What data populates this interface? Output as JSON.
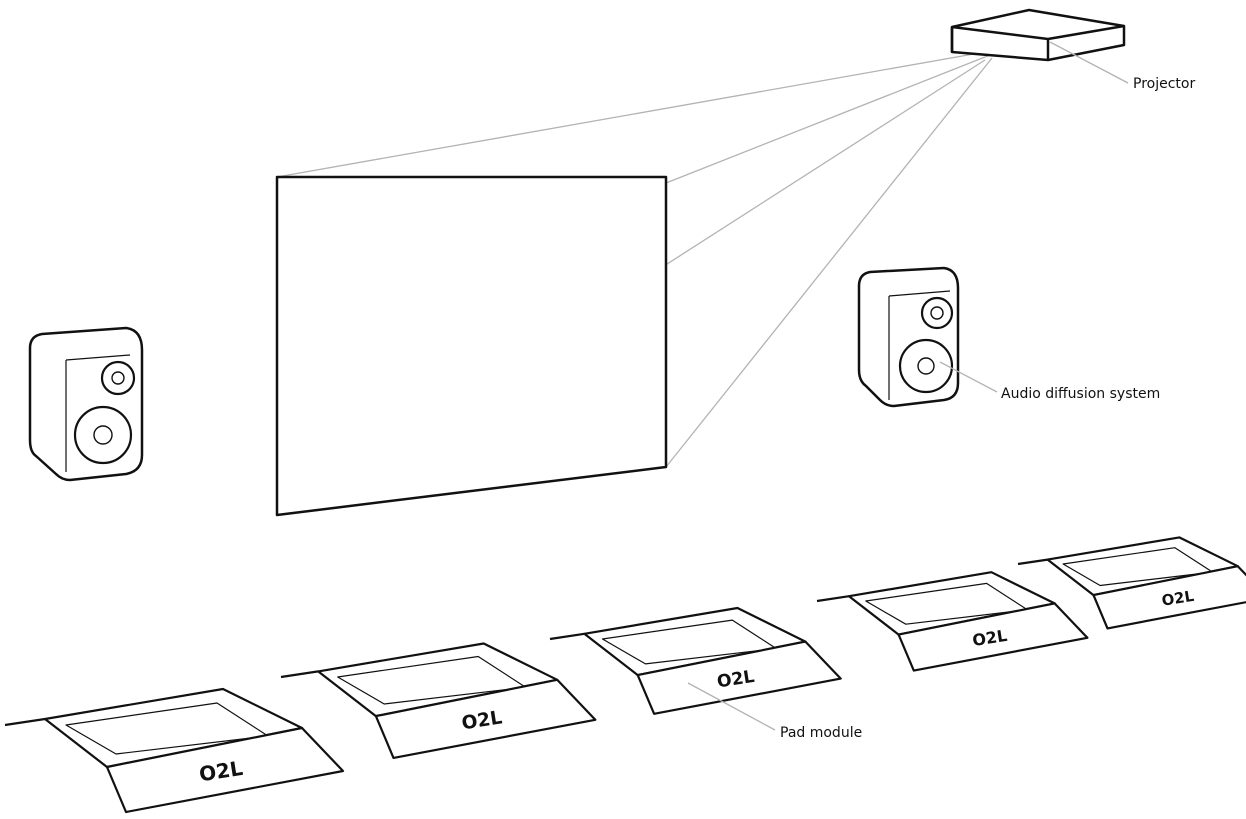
{
  "labels": {
    "projector": "Projector",
    "audio": "Audio diffusion system",
    "pad": "Pad module"
  },
  "pad_logo": "O2L",
  "colors": {
    "outline": "#111111",
    "beam": "#b3b3b3",
    "leader": "#b3b3b3",
    "background": "#ffffff"
  }
}
